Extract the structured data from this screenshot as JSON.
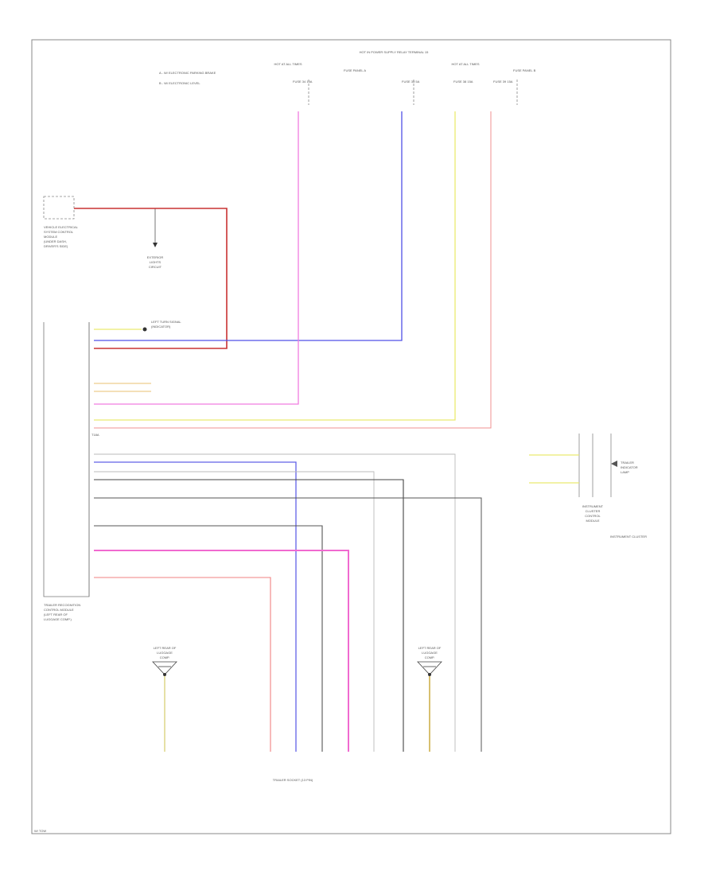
{
  "diagram": {
    "components": {
      "trailer_control_module": [
        "TRAILER RECOGNITION",
        "CONTROL MODULE",
        "(LEFT REAR OF",
        "LUGGAGE COMP.)"
      ],
      "trailer_socket": [
        "TRAILER SOCKET (13 PIN)"
      ],
      "instrument_cluster": [
        "INSTRUMENT CLUSTER"
      ],
      "vehicle_electrical_system": [
        "VEHICLE ELECTRICAL",
        "SYSTEM CONTROL",
        "MODULE",
        "(UNDER DASH,",
        "DRIVER'S SIDE)"
      ],
      "exterior_lights": [
        "EXTERIOR",
        "LIGHTS",
        "CIRCUIT"
      ],
      "left_ground": [
        "LEFT REAR OF",
        "LUGGAGE",
        "COMP."
      ],
      "right_ground": [
        "LEFT REAR OF",
        "LUGGAGE",
        "COMP."
      ],
      "trailer_indicator": [
        "TRAILER",
        "INDICATOR",
        "LAMP"
      ],
      "cluster_module": [
        "INSTRUMENT",
        "CLUSTER",
        "CONTROL",
        "MODULE"
      ],
      "left_turn_lamp": [
        "LEFT TURN SIGNAL",
        "(INDICATOR)"
      ]
    },
    "top_legend": [
      "A - W/ ELECTRONIC PARKING BRAKE",
      "B - W/ ELECTRONIC LEVEL"
    ],
    "fuses": {
      "hot1": "HOT AT ALL TIMES",
      "fuse_panel_a": "FUSE PANEL A",
      "power_supply": "HOT IN POWER SUPPLY RELAY TERMINAL 15",
      "hot2": "HOT AT ALL TIMES",
      "fuse_panel_b": "FUSE PANEL B",
      "fuse_labels": [
        "FUSE 34 10A",
        "FUSE 33 5A",
        "FUSE 38 15A",
        "FUSE 39 15A"
      ]
    },
    "footer": "W/ TOW",
    "connector_label": "T18A"
  }
}
